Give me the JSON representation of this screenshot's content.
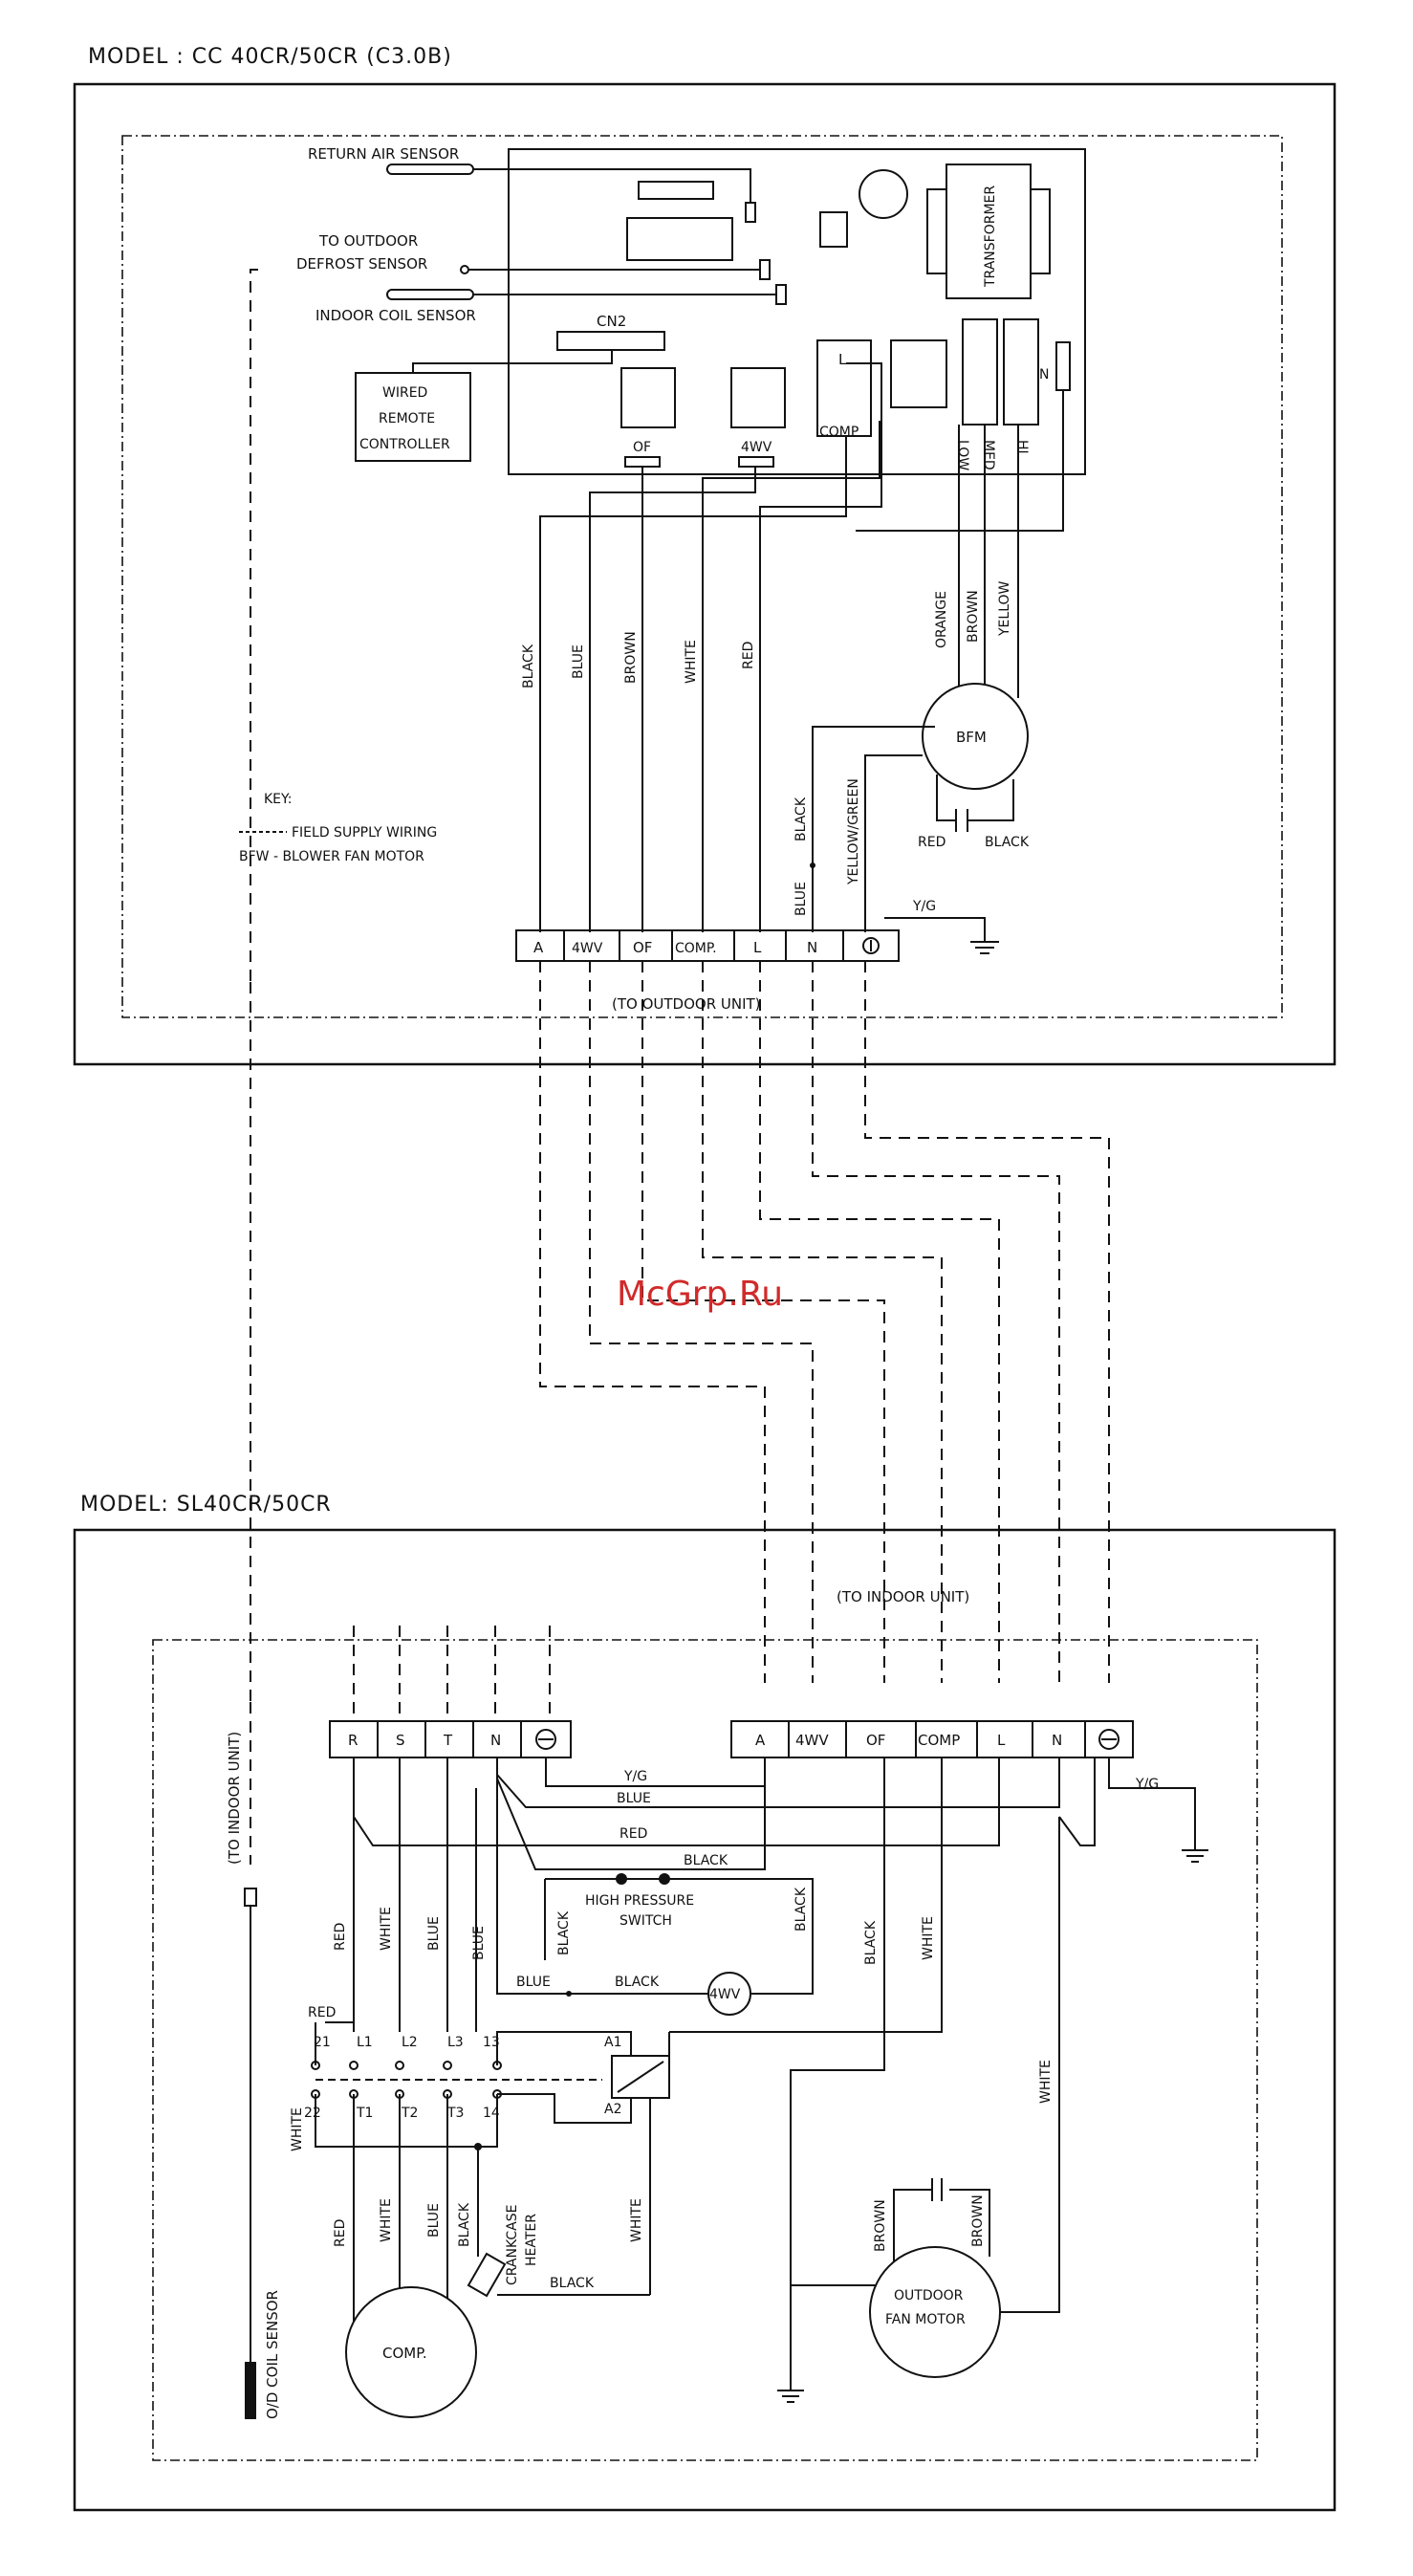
{
  "header": {
    "indoor_model": "MODEL : CC 40CR/50CR (C3.0B)",
    "outdoor_model": "MODEL: SL40CR/50CR",
    "watermark": "McGrp.Ru"
  },
  "indoor": {
    "return_air_sensor": "RETURN AIR SENSOR",
    "to_outdoor_1": "TO OUTDOOR",
    "defrost_sensor": "DEFROST SENSOR",
    "indoor_coil_sensor": "INDOOR COIL SENSOR",
    "cn2": "CN2",
    "remote": [
      "WIRED",
      "REMOTE",
      "CONTROLLER"
    ],
    "transformer": "TRANSFORMER",
    "relay_of": "OF",
    "relay_4wv": "4WV",
    "relay_l": "L",
    "relay_comp": "COMP",
    "speed_low": "LOW",
    "speed_med": "MED",
    "speed_hi": "HI",
    "fuse_n": "N",
    "wire_labels": [
      "BLACK",
      "BLUE",
      "BROWN",
      "WHITE",
      "RED"
    ],
    "motor_leads": [
      "ORANGE",
      "BROWN",
      "YELLOW"
    ],
    "bfm": "BFM",
    "cap_red": "RED",
    "cap_black": "BLACK",
    "wire_black2": "BLACK",
    "wire_blue2": "BLUE",
    "wire_yg": "YELLOW/GREEN",
    "yg_short": "Y/G",
    "key_title": "KEY:",
    "key_field": "FIELD SUPPLY WIRING",
    "key_bfw": "BFW - BLOWER FAN MOTOR",
    "terminals": [
      "A",
      "4WV",
      "OF",
      "COMP.",
      "L",
      "N"
    ],
    "to_outdoor_unit": "(TO OUTDOOR UNIT)"
  },
  "outdoor": {
    "to_indoor_unit": "(TO INDOOR UNIT)",
    "to_indoor_unit_vert": "(TO INDOOR UNIT)",
    "left_terminals": [
      "R",
      "S",
      "T",
      "N"
    ],
    "right_terminals": [
      "A",
      "4WV",
      "OF",
      "COMP",
      "L",
      "N"
    ],
    "yg1": "Y/G",
    "blue1": "BLUE",
    "red1": "RED",
    "black1": "BLACK",
    "yg2": "Y/G",
    "hp_switch_1": "HIGH PRESSURE",
    "hp_switch_2": "SWITCH",
    "black_hp_left": "BLACK",
    "black_hp_right": "BLACK",
    "black_vert1": "BLACK",
    "white_vert1": "WHITE",
    "blue_4wv": "BLUE",
    "black_4wv": "BLACK",
    "four_wv": "4WV",
    "vert_labels_top": [
      "RED",
      "WHITE",
      "BLUE",
      "BLUE"
    ],
    "red_short": "RED",
    "contactor_top": [
      "21",
      "L1",
      "L2",
      "L3",
      "13"
    ],
    "contactor_bottom": [
      "22",
      "T1",
      "T2",
      "T3",
      "14"
    ],
    "a1": "A1",
    "a2": "A2",
    "white_left": "WHITE",
    "vert_labels_bottom": [
      "RED",
      "WHITE",
      "BLUE",
      "BLACK"
    ],
    "crankcase_1": "CRANKCASE",
    "crankcase_2": "HEATER",
    "white_mid": "WHITE",
    "black_bottom": "BLACK",
    "comp": "COMP.",
    "white_right": "WHITE",
    "brown_left": "BROWN",
    "brown_right": "BROWN",
    "fan_motor_1": "OUTDOOR",
    "fan_motor_2": "FAN MOTOR",
    "od_coil_sensor": "O/D COIL SENSOR"
  }
}
